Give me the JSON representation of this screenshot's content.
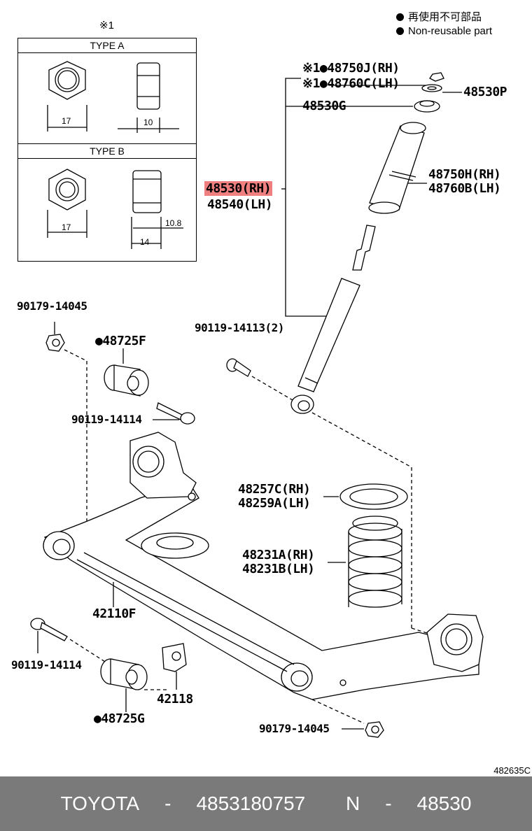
{
  "legend": {
    "jp": "再使用不可部品",
    "en": "Non-reusable part",
    "note_mark": "※1"
  },
  "inset": {
    "type_a": {
      "title": "TYPE A",
      "dim_width": "17",
      "dim_height": "10"
    },
    "type_b": {
      "title": "TYPE B",
      "dim_width": "17",
      "dim_height": "10.8",
      "dim_total": "14"
    }
  },
  "labels": {
    "p48750J": "※1●48750J(RH)",
    "p48760C": "※1●48760C(LH)",
    "p48530P": "48530P",
    "p48530G": "48530G",
    "p48530RH": "48530(RH)",
    "p48540LH": "48540(LH)",
    "p48750H": "48750H(RH)",
    "p48760B": "48760B(LH)",
    "p90179a": "90179-14045",
    "p48725F": "●48725F",
    "p90119_4113": "90119-14113(2)",
    "p90119_4114a": "90119-14114",
    "p48257C": "48257C(RH)",
    "p48259A": "48259A(LH)",
    "p48231A": "48231A(RH)",
    "p48231B": "48231B(LH)",
    "p42110F": "42110F",
    "p90119_4114b": "90119-14114",
    "p42118": "42118",
    "p48725G": "●48725G",
    "p90179b": "90179-14045"
  },
  "illustration_code": "482635C",
  "footer": {
    "brand": "TOYOTA",
    "separator": "-",
    "part_number": "4853180757",
    "group_prefix": "N",
    "group_code": "48530"
  }
}
